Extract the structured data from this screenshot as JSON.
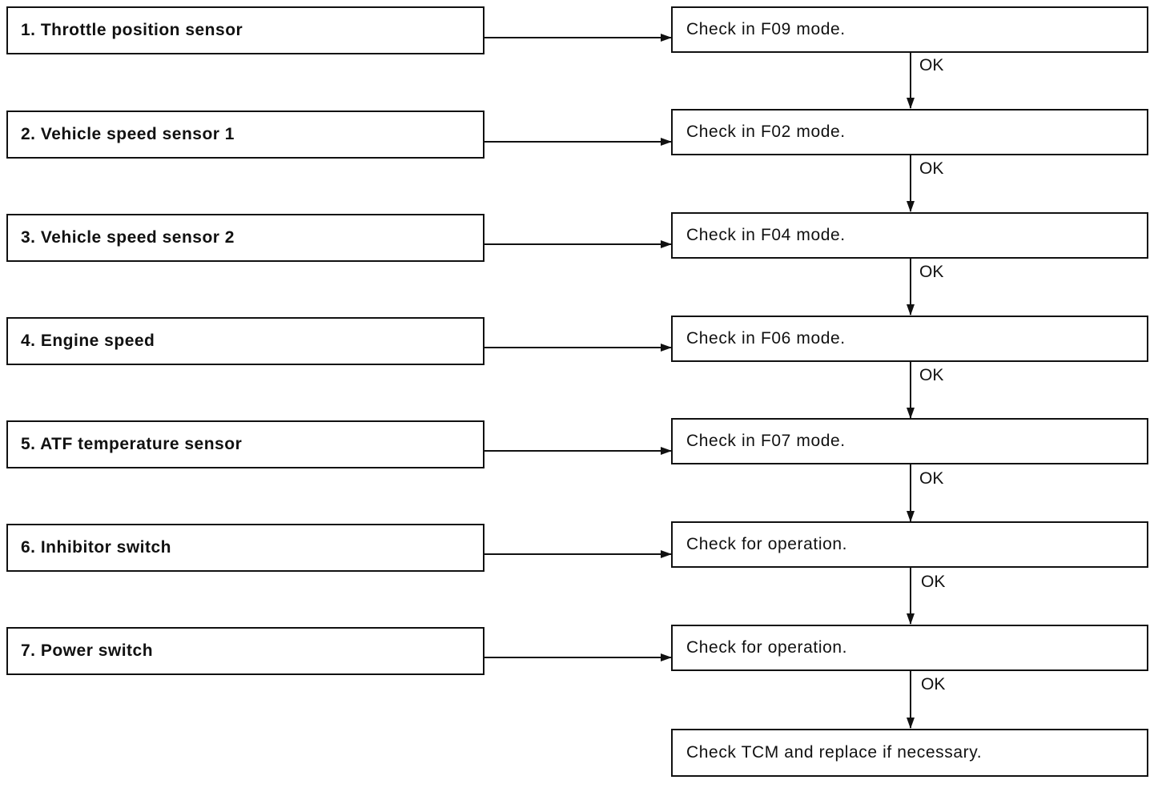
{
  "sensors": [
    {
      "label": "1. Throttle position sensor"
    },
    {
      "label": "2. Vehicle speed sensor 1"
    },
    {
      "label": "3. Vehicle speed sensor 2"
    },
    {
      "label": "4. Engine speed"
    },
    {
      "label": "5. ATF temperature sensor"
    },
    {
      "label": "6. Inhibitor switch"
    },
    {
      "label": "7. Power switch"
    }
  ],
  "checks": [
    {
      "label": "Check in F09 mode."
    },
    {
      "label": "Check in F02 mode."
    },
    {
      "label": "Check in F04 mode."
    },
    {
      "label": "Check in F06 mode."
    },
    {
      "label": "Check in F07 mode."
    },
    {
      "label": "Check for operation."
    },
    {
      "label": "Check for operation."
    },
    {
      "label": "Check TCM and replace if necessary."
    }
  ],
  "ok_label": "OK"
}
